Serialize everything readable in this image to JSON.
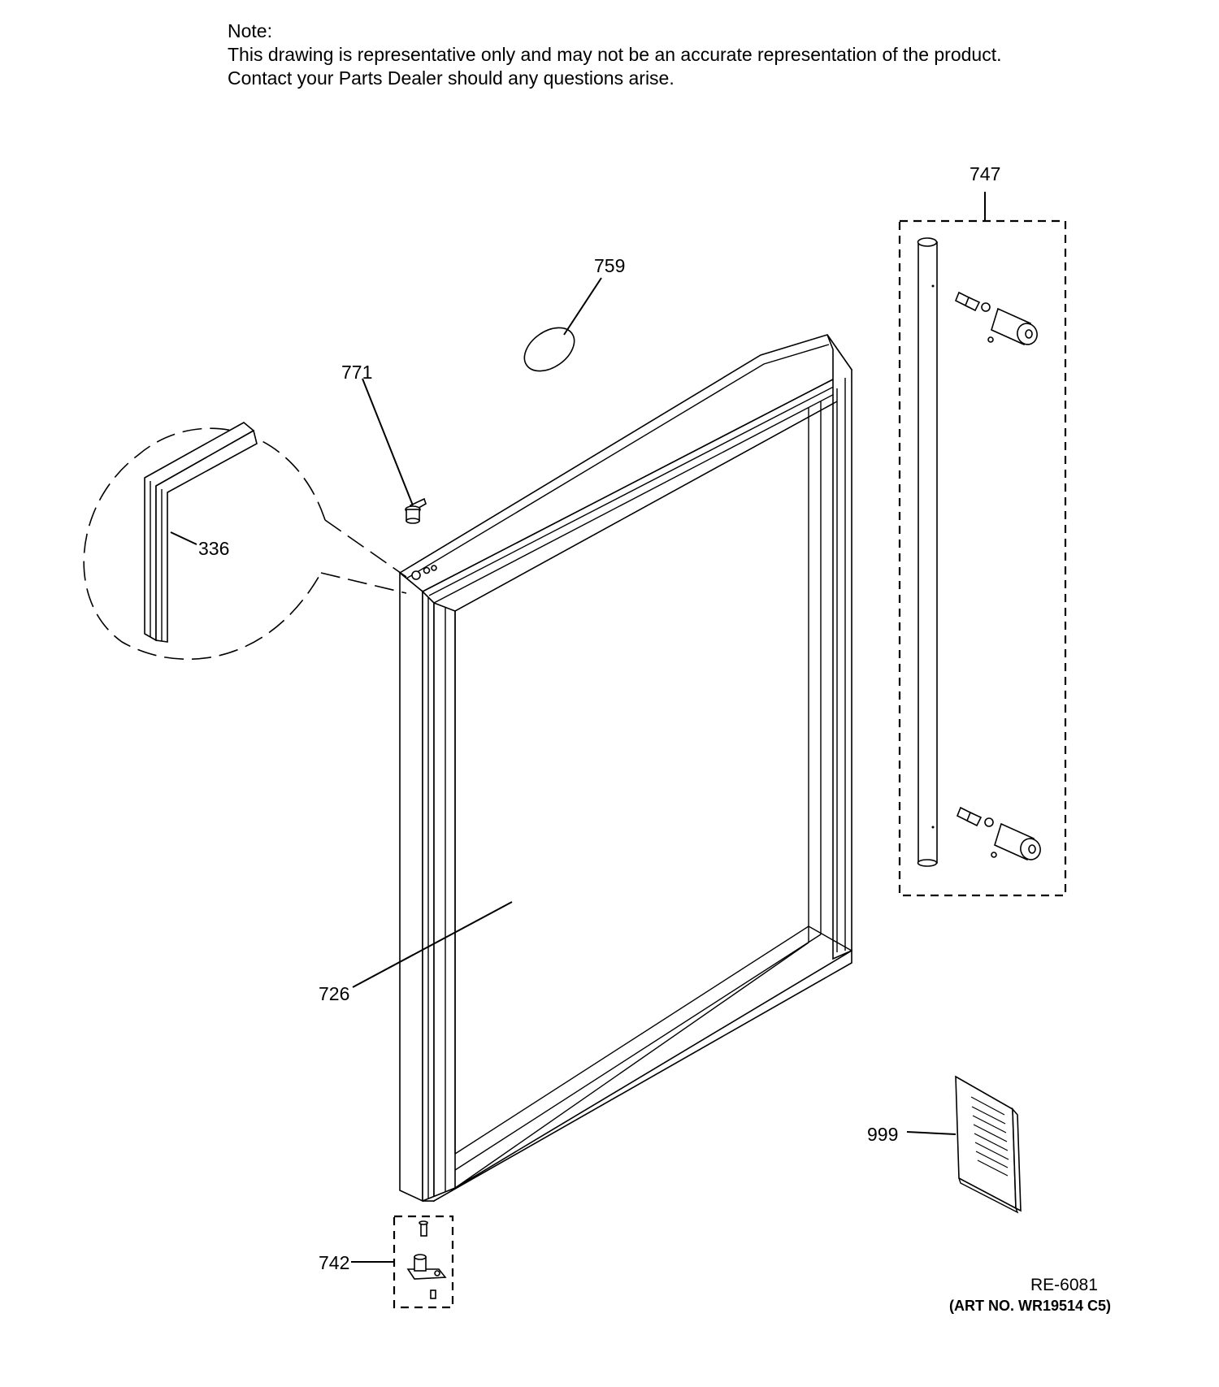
{
  "note": {
    "heading": "Note:",
    "line1": "This drawing is representative only and may not be an accurate representation of the product.",
    "line2": "Contact your Parts Dealer should any questions arise."
  },
  "callouts": {
    "p336": "336",
    "p726": "726",
    "p742": "742",
    "p747": "747",
    "p759": "759",
    "p771": "771",
    "p999": "999"
  },
  "footer": {
    "ref_code": "RE-6081",
    "art_no": "(ART NO. WR19514 C5)"
  }
}
